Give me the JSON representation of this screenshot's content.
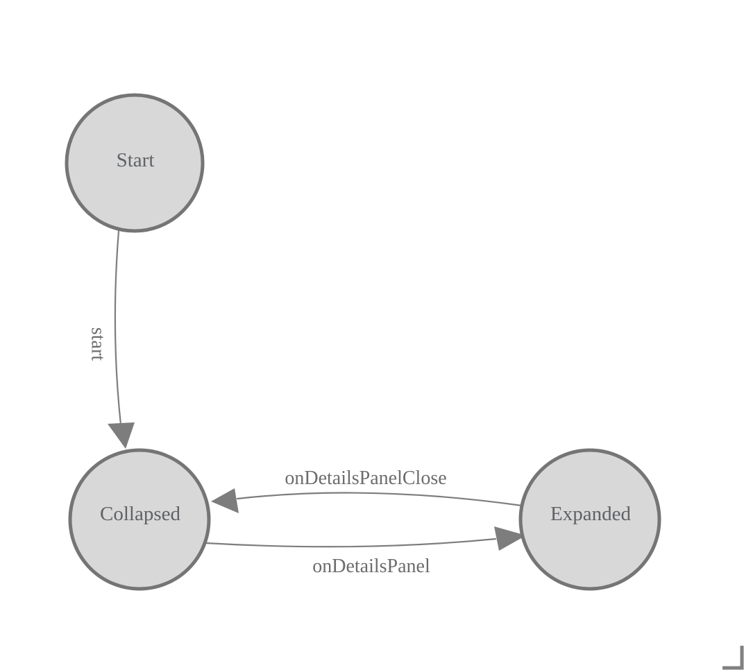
{
  "diagram": {
    "type": "state-machine",
    "nodes": [
      {
        "id": "start",
        "label": "Start"
      },
      {
        "id": "collapsed",
        "label": "Collapsed"
      },
      {
        "id": "expanded",
        "label": "Expanded"
      }
    ],
    "edges": [
      {
        "from": "Start",
        "to": "Collapsed",
        "label": "start"
      },
      {
        "from": "Expanded",
        "to": "Collapsed",
        "label": "onDetailsPanelClose"
      },
      {
        "from": "Collapsed",
        "to": "Expanded",
        "label": "onDetailsPanel"
      }
    ],
    "colors": {
      "background": "#ffffff",
      "node_fill": "#d8d8d8",
      "node_stroke": "#757575",
      "edge_stroke": "#7d7d7d",
      "node_label": "#5f6266",
      "edge_label": "#6c6c6c",
      "resize_handle": "#808080"
    }
  }
}
